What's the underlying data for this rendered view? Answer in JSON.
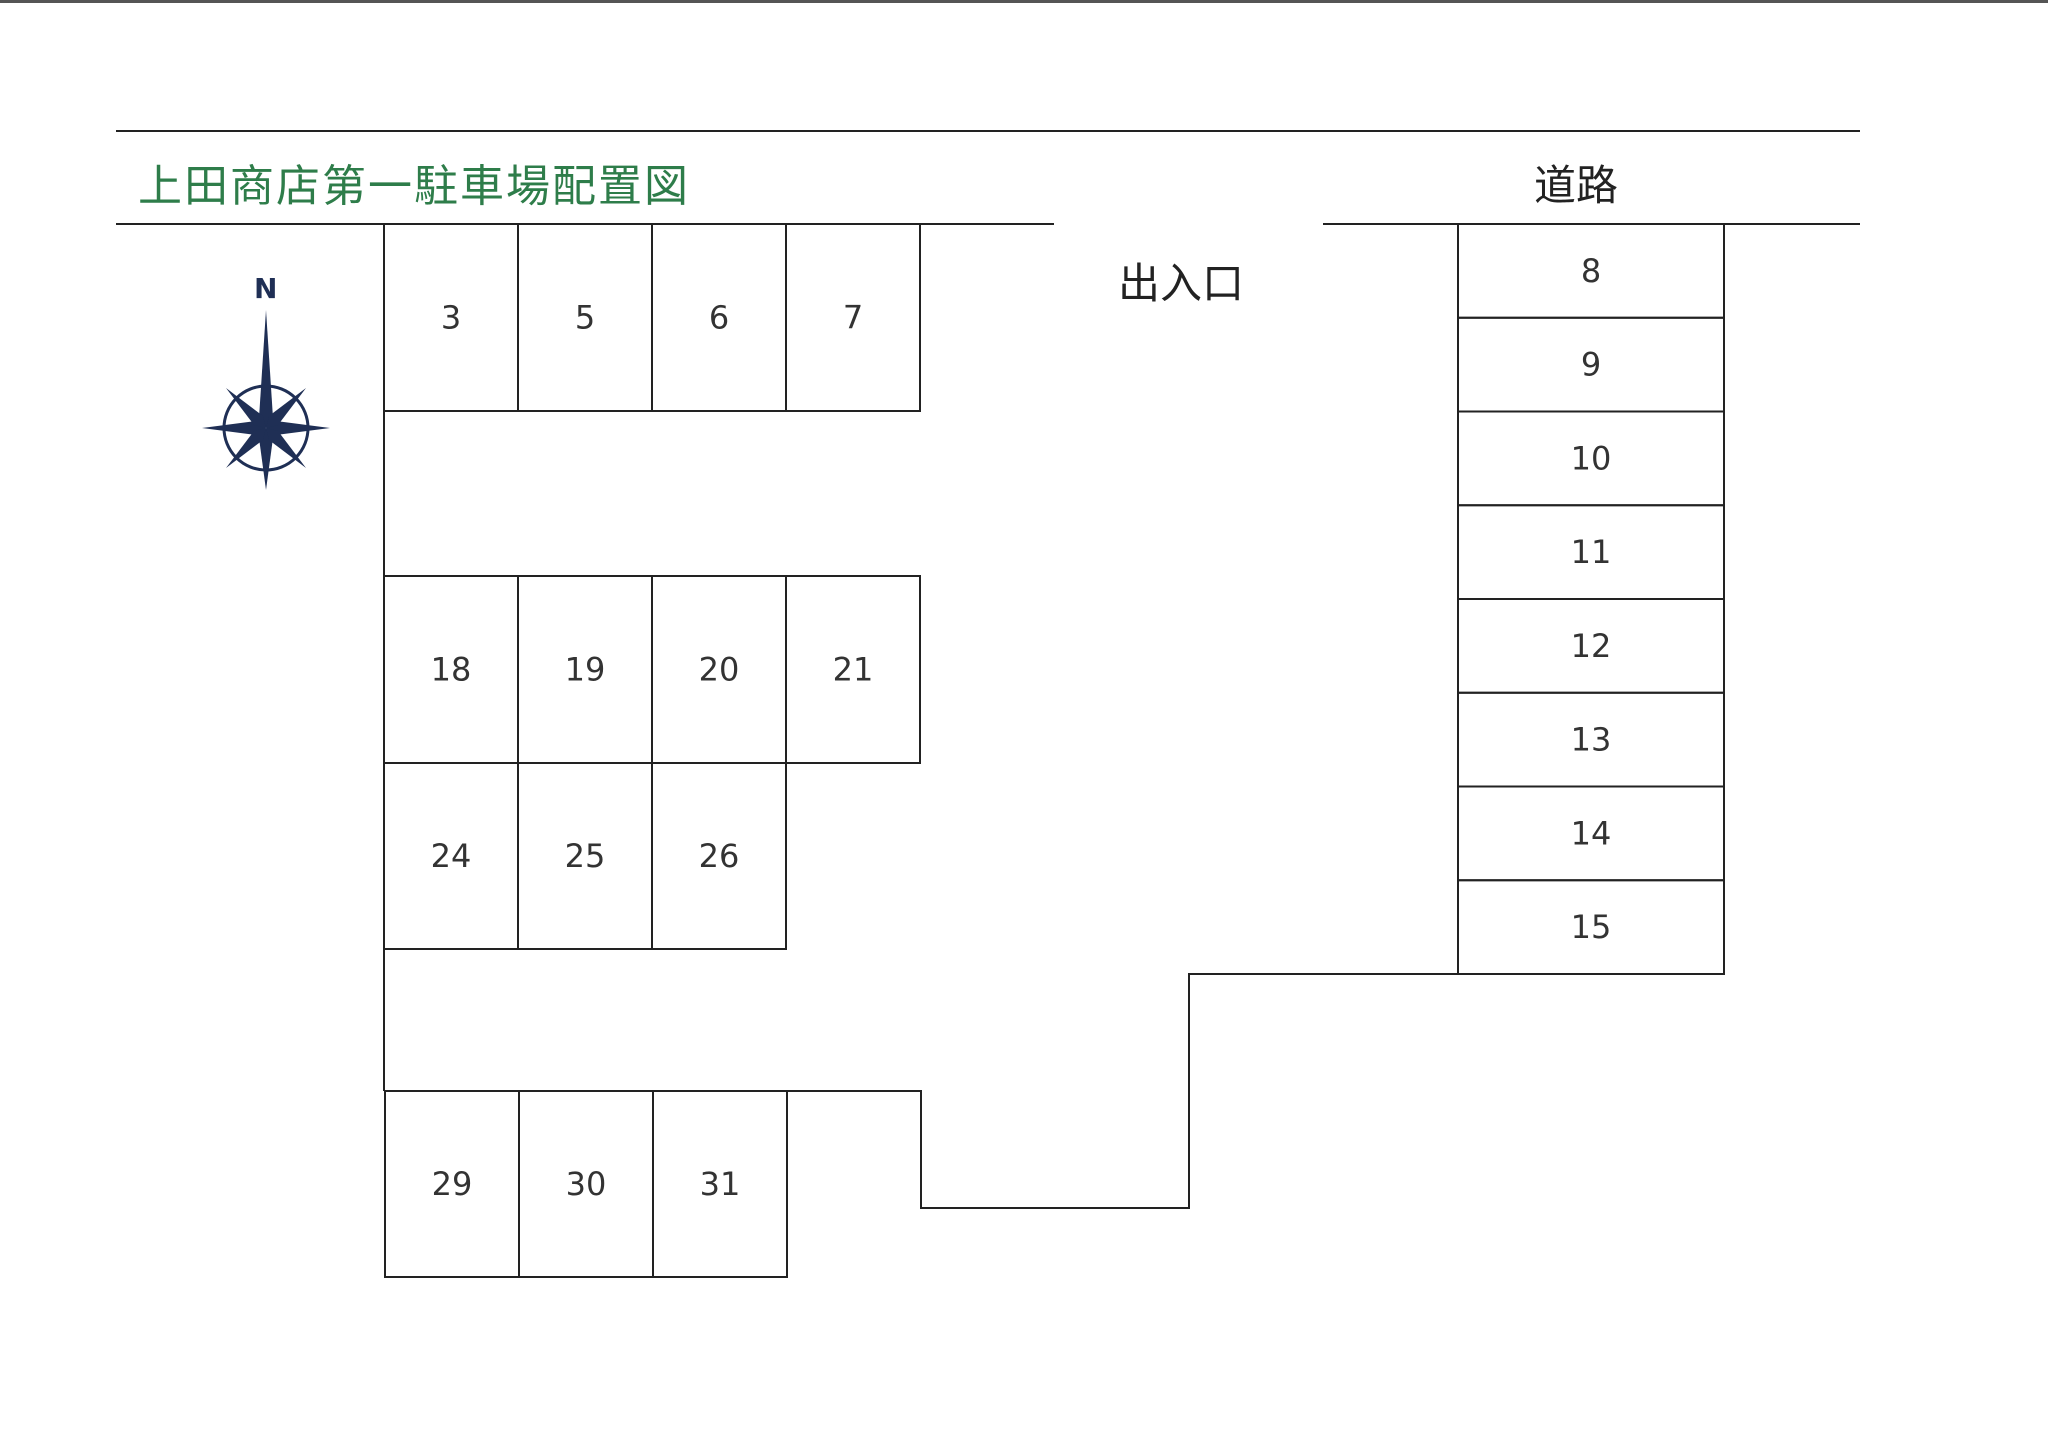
{
  "title": "上田商店第一駐車場配置図",
  "road_label": "道路",
  "entrance_label": "出入口",
  "compass": {
    "north_label": "N",
    "icon": "compass-rose-icon",
    "color": "#1f2f55"
  },
  "colors": {
    "title": "#2e7d4a",
    "lines": "#222222"
  },
  "parking_slots": {
    "row_top": [
      "3",
      "5",
      "6",
      "7"
    ],
    "row_middle_upper": [
      "18",
      "19",
      "20",
      "21"
    ],
    "row_middle_lower": [
      "24",
      "25",
      "26"
    ],
    "row_bottom": [
      "29",
      "30",
      "31"
    ],
    "column_right": [
      "8",
      "9",
      "10",
      "11",
      "12",
      "13",
      "14",
      "15"
    ]
  }
}
